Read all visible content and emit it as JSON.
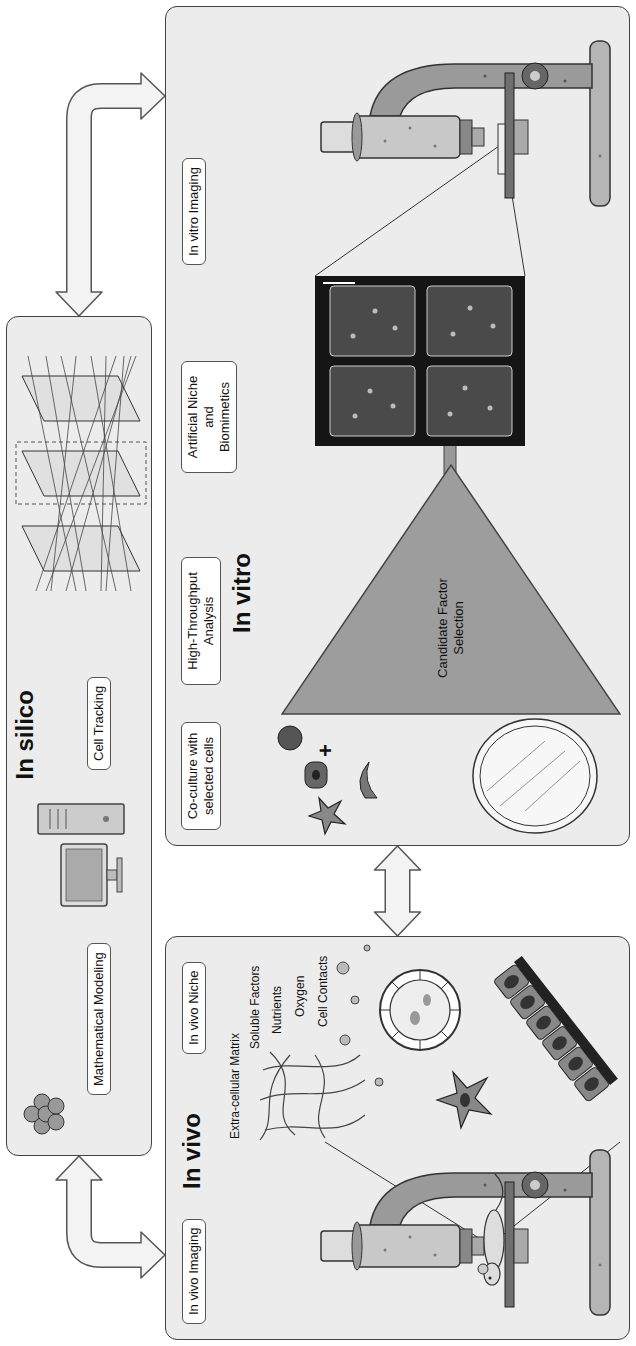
{
  "diagram": {
    "nodes": [
      {
        "text": [
          "In silico"
        ]
      },
      {
        "text": [
          "Mathematical Modeling"
        ],
        "in": 0
      },
      {
        "text": [
          "Cell Tracking"
        ],
        "in": 0
      },
      {
        "text": [
          "In vivo"
        ]
      },
      {
        "text": [
          "In vivo Imaging"
        ],
        "in": 3
      },
      {
        "text": [
          "In vivo Niche"
        ],
        "in": 3
      },
      {
        "text": [
          "In vitro"
        ]
      },
      {
        "text": [
          "Co-culture with selected cells"
        ],
        "in": 6
      },
      {
        "text": [
          "High-Throughput Analysis"
        ],
        "in": 6
      },
      {
        "text": [
          "Artificial Niche and Biomimetics"
        ],
        "in": 6
      },
      {
        "text": [
          "In vitro Imaging"
        ],
        "in": 6
      },
      {
        "text": [
          "Candidate Factor Selection"
        ],
        "in": 6
      }
    ],
    "edges": [
      {
        "from": 0,
        "to": 3,
        "arrow": "both"
      },
      {
        "from": 0,
        "to": 6,
        "arrow": "both"
      },
      {
        "from": 3,
        "to": 6,
        "arrow": "both"
      }
    ],
    "labels": [
      "Extra-cellular Matrix",
      "Soluble Factors",
      "Nutrients",
      "Oxygen",
      "Cell Contacts",
      "+"
    ]
  }
}
